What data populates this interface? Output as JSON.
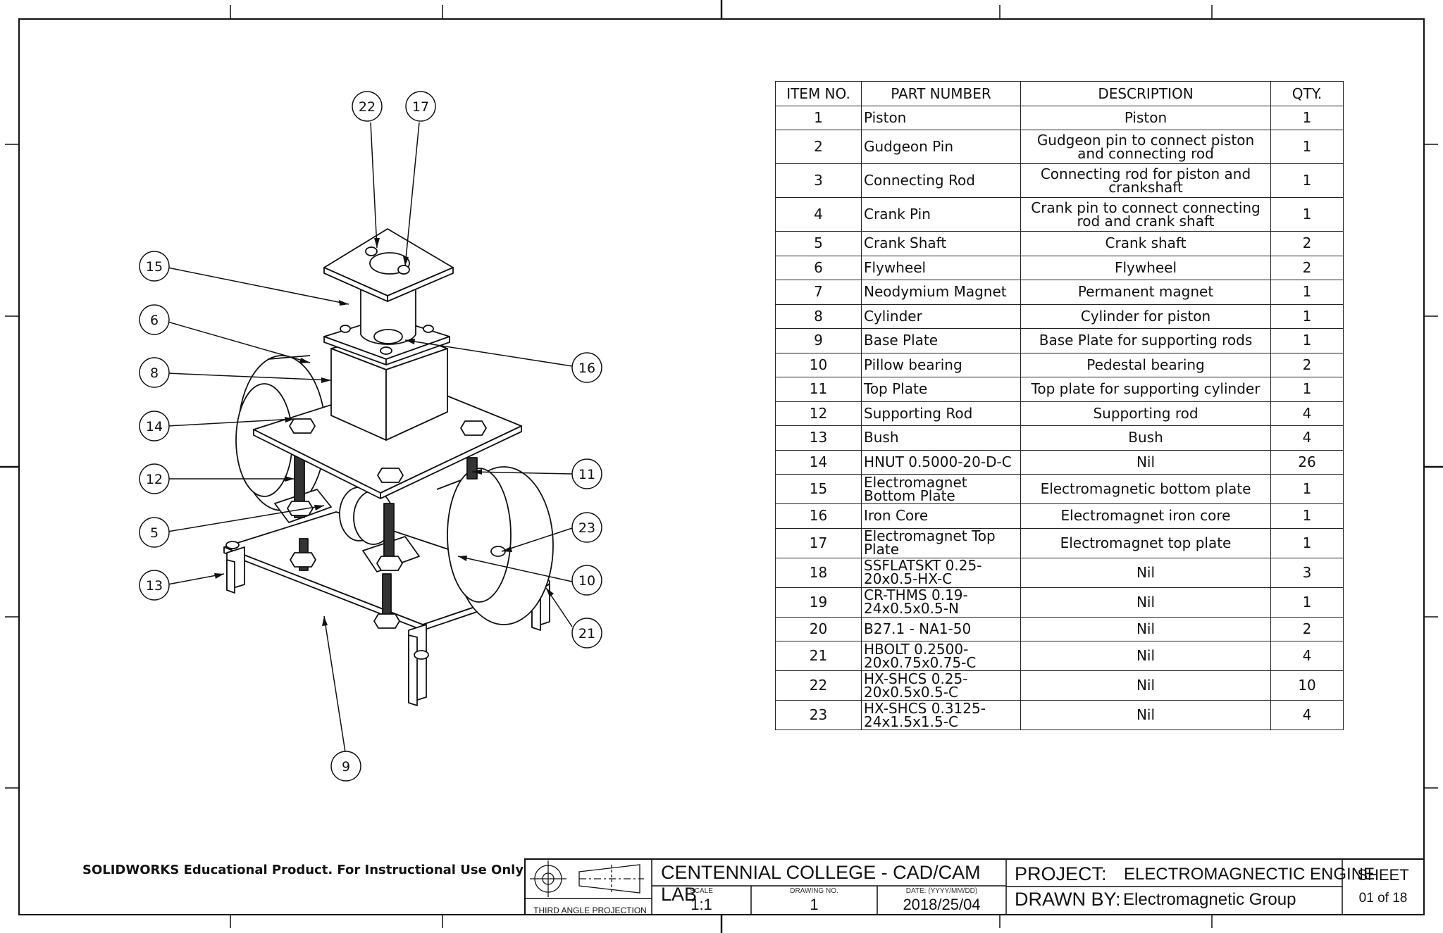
{
  "watermark": "SOLIDWORKS Educational Product. For Instructional Use Only",
  "bom": {
    "headers": [
      "ITEM NO.",
      "PART NUMBER",
      "DESCRIPTION",
      "QTY."
    ],
    "rows": [
      {
        "item": "1",
        "part": "Piston",
        "desc": "Piston",
        "qty": "1"
      },
      {
        "item": "2",
        "part": "Gudgeon Pin",
        "desc": "Gudgeon pin to connect piston and connecting rod",
        "qty": "1"
      },
      {
        "item": "3",
        "part": "Connecting Rod",
        "desc": "Connecting rod for piston and crankshaft",
        "qty": "1"
      },
      {
        "item": "4",
        "part": "Crank Pin",
        "desc": "Crank pin to connect connecting rod and crank shaft",
        "qty": "1"
      },
      {
        "item": "5",
        "part": "Crank Shaft",
        "desc": "Crank shaft",
        "qty": "2"
      },
      {
        "item": "6",
        "part": "Flywheel",
        "desc": "Flywheel",
        "qty": "2"
      },
      {
        "item": "7",
        "part": "Neodymium Magnet",
        "desc": "Permanent magnet",
        "qty": "1"
      },
      {
        "item": "8",
        "part": "Cylinder",
        "desc": "Cylinder for piston",
        "qty": "1"
      },
      {
        "item": "9",
        "part": "Base Plate",
        "desc": "Base Plate for supporting rods",
        "qty": "1"
      },
      {
        "item": "10",
        "part": "Pillow bearing",
        "desc": "Pedestal bearing",
        "qty": "2"
      },
      {
        "item": "11",
        "part": "Top Plate",
        "desc": "Top plate for supporting cylinder",
        "qty": "1"
      },
      {
        "item": "12",
        "part": "Supporting Rod",
        "desc": "Supporting rod",
        "qty": "4"
      },
      {
        "item": "13",
        "part": "Bush",
        "desc": "Bush",
        "qty": "4"
      },
      {
        "item": "14",
        "part": "HNUT 0.5000-20-D-C",
        "desc": "Nil",
        "qty": "26"
      },
      {
        "item": "15",
        "part": "Electromagnet Bottom Plate",
        "desc": "Electromagnetic bottom plate",
        "qty": "1"
      },
      {
        "item": "16",
        "part": "Iron Core",
        "desc": "Electromagnet iron core",
        "qty": "1"
      },
      {
        "item": "17",
        "part": "Electromagnet Top Plate",
        "desc": "Electromagnet top plate",
        "qty": "1"
      },
      {
        "item": "18",
        "part": "SSFLATSKT 0.25-20x0.5-HX-C",
        "desc": "Nil",
        "qty": "3"
      },
      {
        "item": "19",
        "part": "CR-THMS 0.19-24x0.5x0.5-N",
        "desc": "Nil",
        "qty": "1"
      },
      {
        "item": "20",
        "part": "B27.1 - NA1-50",
        "desc": "Nil",
        "qty": "2"
      },
      {
        "item": "21",
        "part": "HBOLT 0.2500-20x0.75x0.75-C",
        "desc": "Nil",
        "qty": "4"
      },
      {
        "item": "22",
        "part": "HX-SHCS 0.25-20x0.5x0.5-C",
        "desc": "Nil",
        "qty": "10"
      },
      {
        "item": "23",
        "part": "HX-SHCS 0.3125-24x1.5x1.5-C",
        "desc": "Nil",
        "qty": "4"
      }
    ]
  },
  "balloons": [
    "22",
    "17",
    "15",
    "6",
    "8",
    "14",
    "12",
    "5",
    "13",
    "16",
    "11",
    "23",
    "10",
    "21",
    "9"
  ],
  "title_block": {
    "institution": "CENTENNIAL COLLEGE - CAD/CAM LAB",
    "projection": "THIRD ANGLE PROJECTION",
    "scale_label": "SCALE",
    "scale": "1:1",
    "drawing_no_label": "DRAWING NO.",
    "drawing_no": "1",
    "date_label": "DATE: (YYYY/MM/DD)",
    "date": "2018/25/04",
    "project_label": "PROJECT:",
    "project": "ELECTROMAGNECTIC ENGINE",
    "drawn_by_label": "DRAWN BY:",
    "drawn_by": "Electromagnetic Group",
    "sheet_label": "SHEET",
    "sheet": "01 of 18"
  }
}
